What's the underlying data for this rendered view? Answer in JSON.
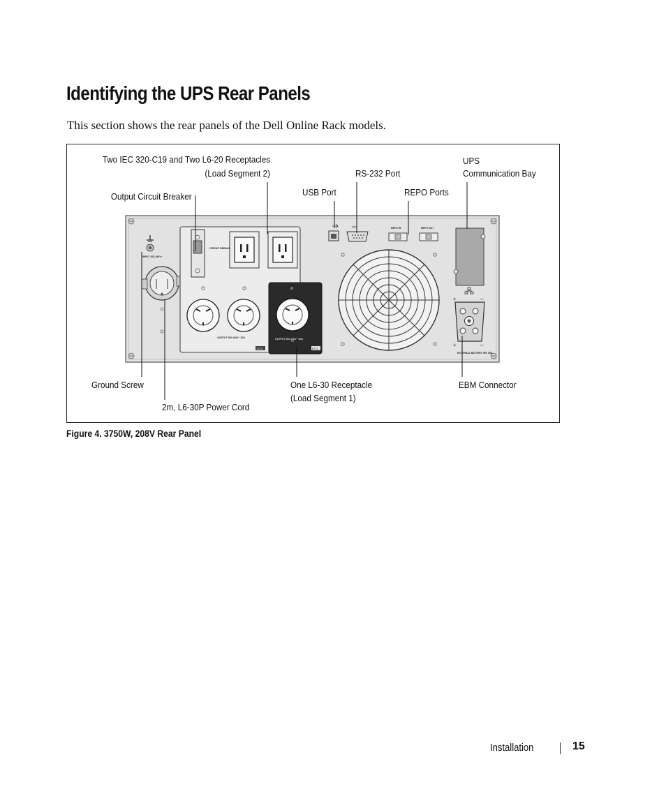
{
  "page": {
    "title": "Identifying the UPS Rear Panels",
    "intro": "This section shows the rear panels of the Dell Online Rack models."
  },
  "figure": {
    "callouts": {
      "receptacles_line1": "Two IEC 320-C19 and Two L6-20 Receptacles",
      "receptacles_line2": "(Load Segment 2)",
      "output_breaker": "Output Circuit Breaker",
      "usb_port": "USB Port",
      "rs232_port": "RS-232 Port",
      "repo_ports": "REPO Ports",
      "comm_bay_line1": "UPS",
      "comm_bay_line2": "Communication Bay",
      "ground_screw": "Ground Screw",
      "power_cord": "2m, L6-30P Power Cord",
      "l6_30_line1": "One L6-30 Receptacle",
      "l6_30_line2": "(Load Segment 1)",
      "ebm_connector": "EBM Connector"
    },
    "panel_labels": {
      "input": "INPUT 200-240V~",
      "breaker": "CIRCUIT BREAKER 240VAC 20A",
      "output_seg2": "OUTPUT 200-240V~ 20A",
      "output_seg1": "OUTPUT 200-240V~ 30A",
      "seg2_tag": "LS 2",
      "seg1_tag": "LS 1",
      "repo_in": "REPO IN",
      "repo_out": "REPO OUT",
      "rs232_tag": "|o|o|",
      "ebm_label": "EXTERNAL BATTERY 96V 50A",
      "plus": "+",
      "minus": "–"
    },
    "caption": "Figure 4. 3750W, 208V Rear Panel"
  },
  "footer": {
    "section": "Installation",
    "page_number": "15"
  }
}
